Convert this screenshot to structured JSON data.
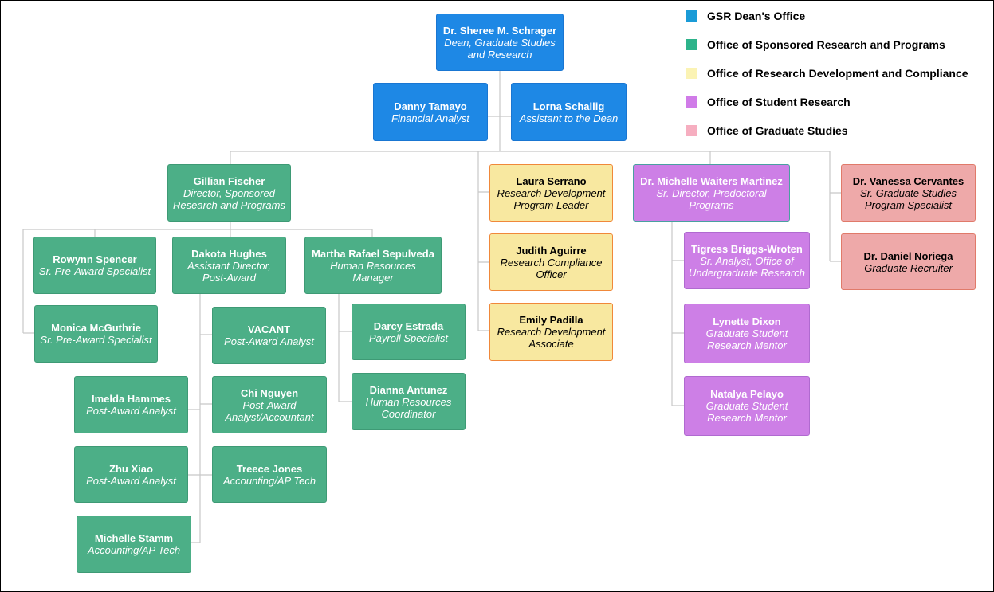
{
  "legend": [
    {
      "label": "GSR Dean's Office",
      "color": "#1a9bd7"
    },
    {
      "label": "Office of Sponsored Research and Programs",
      "color": "#2db38a"
    },
    {
      "label": "Office of Research Development and Compliance",
      "color": "#fbf3b4"
    },
    {
      "label": "Office of Student Research",
      "color": "#d07be8"
    },
    {
      "label": "Office of Graduate Studies",
      "color": "#f6aec0"
    }
  ],
  "nodes": {
    "schrager": {
      "name": "Dr. Sheree M. Schrager",
      "title": "Dean, Graduate Studies and Research"
    },
    "tamayo": {
      "name": "Danny Tamayo",
      "title": "Financial Analyst"
    },
    "schallig": {
      "name": "Lorna Schallig",
      "title": "Assistant to the Dean"
    },
    "fischer": {
      "name": "Gillian Fischer",
      "title": "Director, Sponsored Research and Programs"
    },
    "spencer": {
      "name": "Rowynn Spencer",
      "title": "Sr. Pre-Award Specialist"
    },
    "mcguthrie": {
      "name": "Monica McGuthrie",
      "title": "Sr. Pre-Award Specialist"
    },
    "hughes": {
      "name": "Dakota Hughes",
      "title": "Assistant Director, Post-Award"
    },
    "vacant": {
      "name": "VACANT",
      "title": "Post-Award Analyst"
    },
    "hammes": {
      "name": "Imelda Hammes",
      "title": "Post-Award Analyst"
    },
    "nguyen": {
      "name": "Chi Nguyen",
      "title": "Post-Award Analyst/Accountant"
    },
    "xiao": {
      "name": "Zhu Xiao",
      "title": "Post-Award Analyst"
    },
    "jones": {
      "name": "Treece Jones",
      "title": "Accounting/AP Tech"
    },
    "stamm": {
      "name": "Michelle Stamm",
      "title": "Accounting/AP Tech"
    },
    "sepulveda": {
      "name": "Martha Rafael Sepulveda",
      "title": "Human Resources Manager"
    },
    "estrada": {
      "name": "Darcy Estrada",
      "title": "Payroll Specialist"
    },
    "antunez": {
      "name": "Dianna Antunez",
      "title": "Human Resources Coordinator"
    },
    "serrano": {
      "name": "Laura Serrano",
      "title": "Research Development Program Leader"
    },
    "aguirre": {
      "name": "Judith Aguirre",
      "title": "Research Compliance Officer"
    },
    "padilla": {
      "name": "Emily Padilla",
      "title": "Research Development Associate"
    },
    "martinez": {
      "name": "Dr. Michelle Waiters Martinez",
      "title": "Sr. Director, Predoctoral Programs"
    },
    "briggs": {
      "name": "Tigress Briggs-Wroten",
      "title": "Sr. Analyst, Office of Undergraduate Research"
    },
    "dixon": {
      "name": "Lynette Dixon",
      "title": "Graduate Student Research Mentor"
    },
    "pelayo": {
      "name": "Natalya Pelayo",
      "title": "Graduate Student Research Mentor"
    },
    "cervantes": {
      "name": "Dr. Vanessa Cervantes",
      "title": "Sr. Graduate Studies Program Specialist"
    },
    "noriega": {
      "name": "Dr. Daniel Noriega",
      "title": "Graduate Recruiter"
    }
  }
}
